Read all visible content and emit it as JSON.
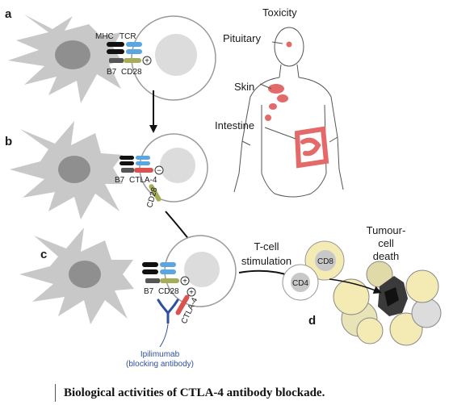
{
  "panels": {
    "a": "a",
    "b": "b",
    "c": "c",
    "d": "d"
  },
  "panel_a": {
    "mhc": "MHC",
    "tcr": "TCR",
    "b7": "B7",
    "cd28": "CD28",
    "signal": "+"
  },
  "panel_b": {
    "b7": "B7",
    "ctla4": "CTLA-4",
    "cd28": "CD28",
    "signal": "−"
  },
  "panel_c": {
    "b7": "B7",
    "cd28": "CD28",
    "ctla4": "CTLA-4",
    "signal_1": "+",
    "signal_2": "+",
    "antibody_line1": "Ipilimumab",
    "antibody_line2": "(blocking antibody)"
  },
  "stimulation": {
    "line1": "T-cell",
    "line2": "stimulation"
  },
  "toxicity": {
    "title": "Toxicity",
    "pituitary": "Pituitary",
    "skin": "Skin",
    "intestine": "Intestine"
  },
  "tumour": {
    "line1": "Tumour-",
    "line2": "cell",
    "line3": "death",
    "cd8": "CD8",
    "cd4": "CD4"
  },
  "caption": "Biological activities of CTLA-4 antibody blockade.",
  "colors": {
    "dendritic_cell": "#c8c8c8",
    "tcr": "#5aa6e0",
    "cd28": "#a6ad58",
    "ctla4": "#d9534f",
    "toxicity_red": "#e46a6a",
    "antibody_blue": "#2f4f9f",
    "cd8_yellow": "#f3eab4",
    "tumour_dark": "#3a3a3a"
  }
}
